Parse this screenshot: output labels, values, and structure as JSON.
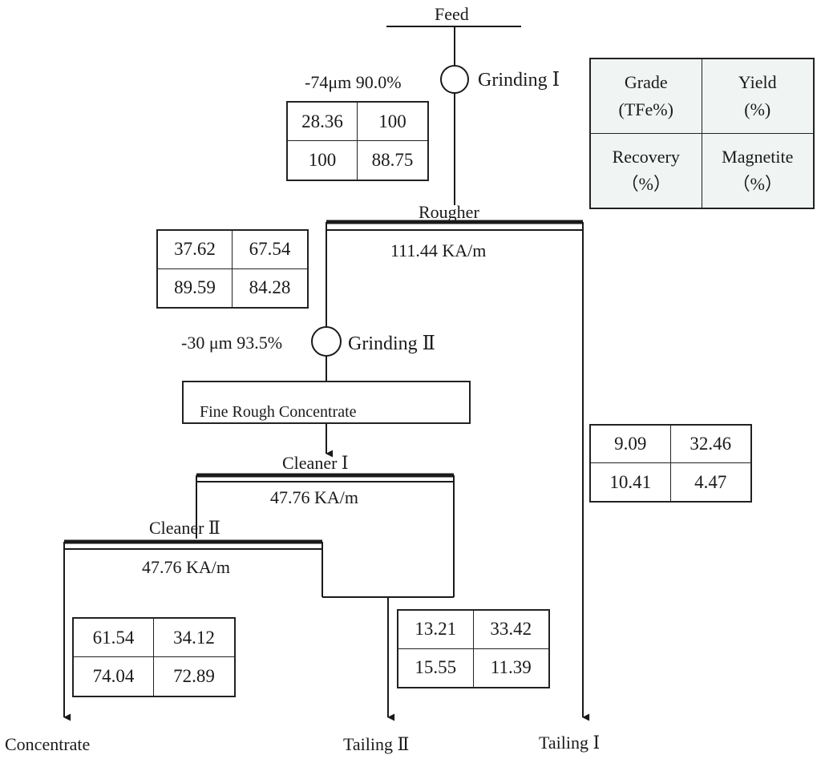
{
  "nodes": {
    "feed": "Feed",
    "grinding_1": "Grinding Ⅰ",
    "grinding_1_size": "-74μm 90.0%",
    "rougher": "Rougher",
    "rougher_field": "111.44 KA/m",
    "grinding_2": "Grinding Ⅱ",
    "grinding_2_size": "-30 μm 93.5%",
    "fine_rough_concentrate": "Fine Rough Concentrate",
    "cleaner_1": "Cleaner Ⅰ",
    "cleaner_1_field": "47.76 KA/m",
    "cleaner_2": "Cleaner Ⅱ",
    "cleaner_2_field": "47.76 KA/m",
    "concentrate": "Concentrate",
    "tailing_2": "Tailing Ⅱ",
    "tailing_1": "Tailing Ⅰ"
  },
  "legend": {
    "grade_line1": "Grade",
    "grade_line2": "(TFe%)",
    "yield_line1": "Yield",
    "yield_line2": "(%)",
    "recovery_line1": "Recovery",
    "recovery_line2": "（%）",
    "magnetite_line1": "Magnetite",
    "magnetite_line2": "（%）"
  },
  "boxes": {
    "feed": {
      "grade": "28.36",
      "yield": "100",
      "recovery": "100",
      "magnetite": "88.75"
    },
    "rougher_concentrate": {
      "grade": "37.62",
      "yield": "67.54",
      "recovery": "89.59",
      "magnetite": "84.28"
    },
    "tailing_1": {
      "grade": "9.09",
      "yield": "32.46",
      "recovery": "10.41",
      "magnetite": "4.47"
    },
    "concentrate": {
      "grade": "61.54",
      "yield": "34.12",
      "recovery": "74.04",
      "magnetite": "72.89"
    },
    "tailing_2": {
      "grade": "13.21",
      "yield": "33.42",
      "recovery": "15.55",
      "magnetite": "11.39"
    }
  }
}
